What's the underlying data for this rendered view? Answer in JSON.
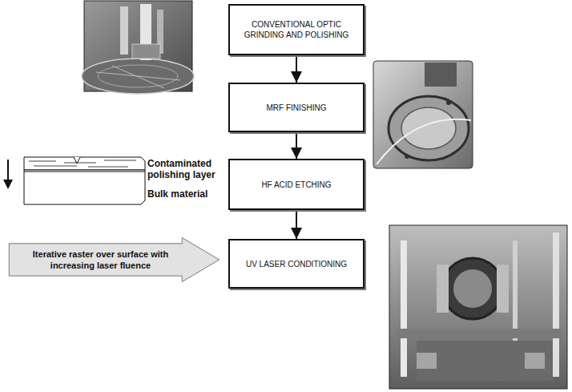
{
  "diagram": {
    "nodes": [
      {
        "text": [
          "CONVENTIONAL OPTIC GRINDING AND POLISHING"
        ]
      },
      {
        "text": [
          "MRF FINISHING"
        ]
      },
      {
        "text": [
          "HF ACID ETCHING"
        ]
      },
      {
        "text": [
          "Iterative raster over surface with increasing laser fluence"
        ]
      },
      {
        "text": [
          "UV LASER CONDITIONING"
        ]
      }
    ],
    "edges": [
      {
        "from": 0,
        "to": 1,
        "arrow": "to"
      },
      {
        "from": 1,
        "to": 2,
        "arrow": "to"
      },
      {
        "from": 2,
        "to": 4,
        "arrow": "to"
      }
    ],
    "labels": [
      "Contaminated polishing layer",
      "Bulk material"
    ]
  }
}
